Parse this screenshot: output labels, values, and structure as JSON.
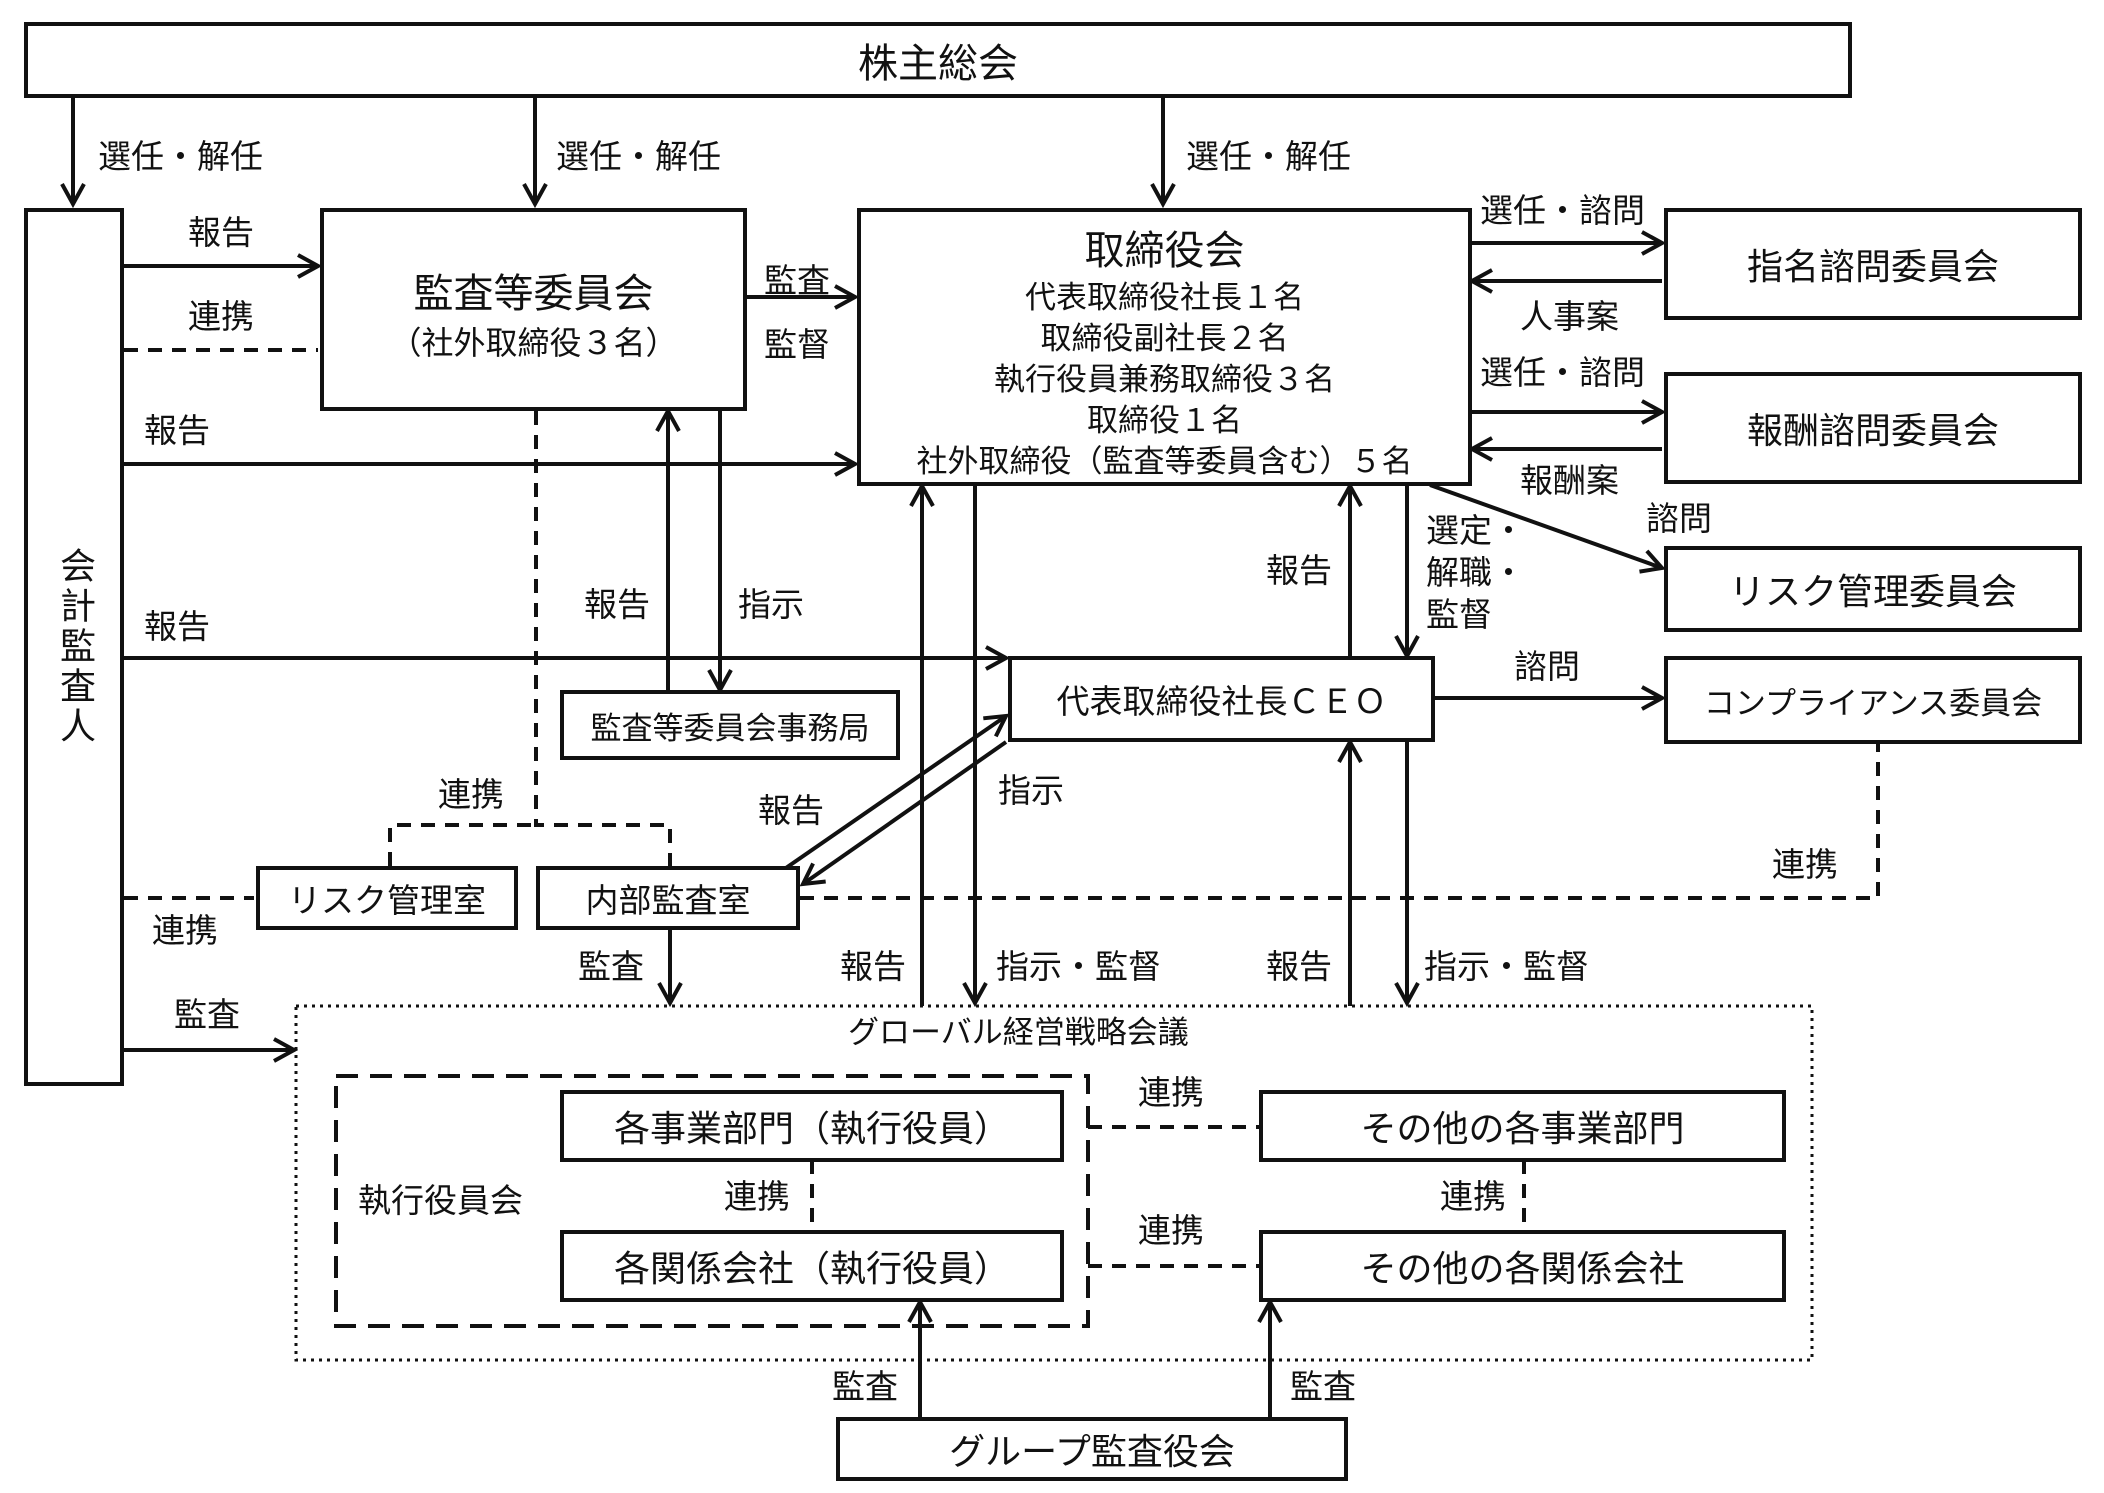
{
  "boxes": {
    "shareholders": "株主総会",
    "auditor": "会計監査人",
    "audit_committee_title": "監査等委員会",
    "audit_committee_sub": "（社外取締役３名）",
    "board_title": "取締役会",
    "board_lines": [
      "代表取締役社長１名",
      "取締役副社長２名",
      "執行役員兼務取締役３名",
      "取締役１名",
      "社外取締役（監査等委員含む）５名"
    ],
    "nomination": "指名諮問委員会",
    "compensation": "報酬諮問委員会",
    "risk_committee": "リスク管理委員会",
    "compliance": "コンプライアンス委員会",
    "ceo": "代表取締役社長ＣＥＯ",
    "audit_office": "監査等委員会事務局",
    "risk_office": "リスク管理室",
    "internal_audit": "内部監査室",
    "global_meeting": "グローバル経営戦略会議",
    "exec_committee": "執行役員会",
    "biz_div": "各事業部門（執行役員）",
    "affiliates": "各関係会社（執行役員）",
    "other_div": "その他の各事業部門",
    "other_aff": "その他の各関係会社",
    "group_audit": "グループ監査役会"
  },
  "labels": {
    "elect_1": "選任・解任",
    "elect_2": "選任・解任",
    "elect_3": "選任・解任",
    "report_ac": "報告",
    "coop_ac": "連携",
    "report_board": "報告",
    "report_ceo": "報告",
    "audit_board": "監査",
    "supervise_board": "監督",
    "elect_nom": "選任・諮問",
    "hr_plan": "人事案",
    "elect_comp": "選任・諮問",
    "comp_plan": "報酬案",
    "consult_risk": "諮問",
    "report_ac_office": "報告",
    "instruct_ac_office": "指示",
    "report_ceo_board": "報告",
    "appoint_1": "選定・",
    "appoint_2": "解職・",
    "appoint_3": "監督",
    "consult_comp": "諮問",
    "coop_top": "連携",
    "report_ia": "報告",
    "instruct_ia": "指示",
    "coop_left": "連携",
    "coop_right": "連携",
    "audit_ia": "監査",
    "report_g1": "報告",
    "instruct_g1": "指示・監督",
    "report_g2": "報告",
    "instruct_g2": "指示・監督",
    "audit_auditor": "監査",
    "coop_g1": "連携",
    "coop_g2": "連携",
    "coop_g3": "連携",
    "coop_g4": "連携",
    "audit_g1": "監査",
    "audit_g2": "監査"
  }
}
